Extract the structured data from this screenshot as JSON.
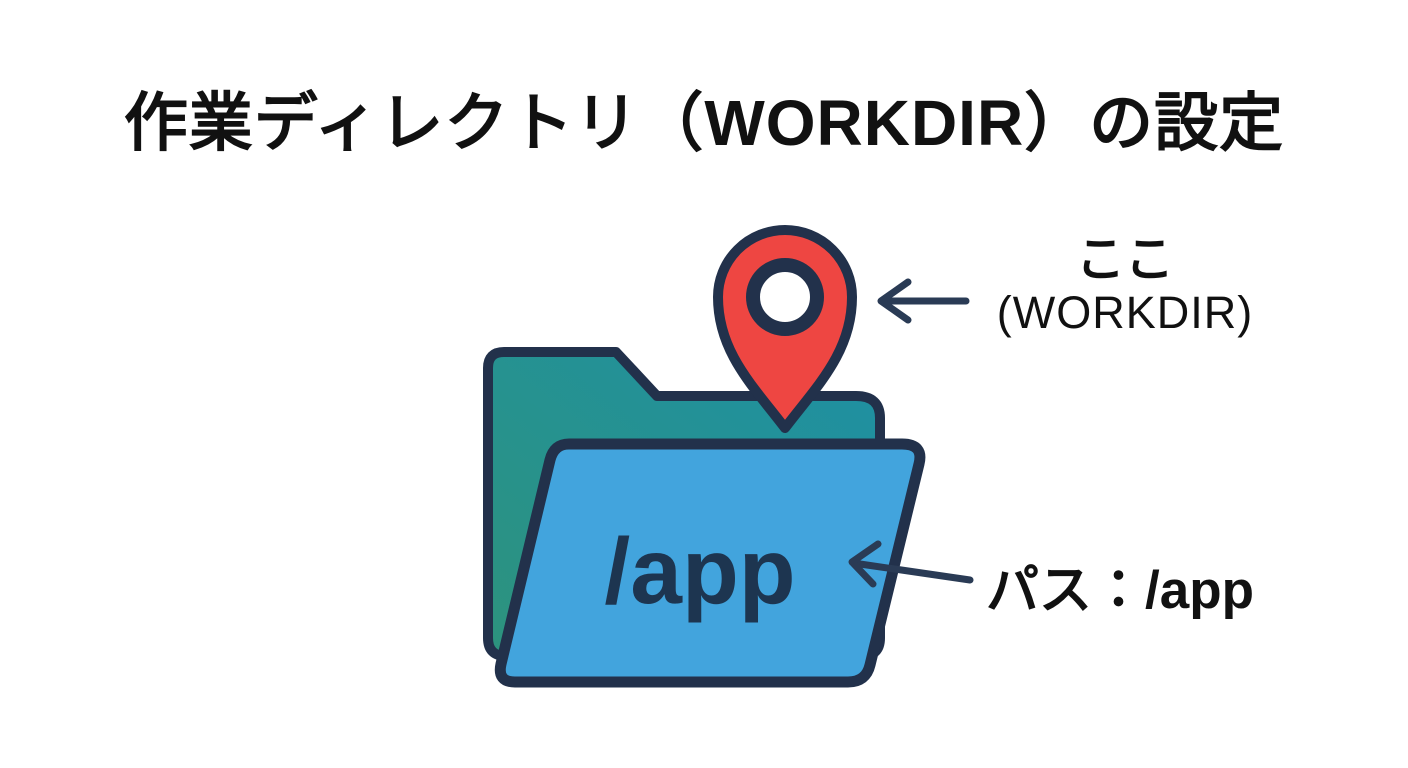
{
  "title": "作業ディレクトリ（WORKDIR）の設定",
  "folder": {
    "path_label": "/app"
  },
  "annotations": {
    "pin": {
      "line1": "ここ",
      "line2": "(WORKDIR)"
    },
    "path": {
      "label": "パス：/app"
    }
  },
  "colors": {
    "background": "#ffffff",
    "title_text": "#111111",
    "outline_navy": "#22314b",
    "arrow_navy": "#2a3b55",
    "folder_back_green": "#2d937d",
    "folder_back_green_stop": "#2d937d",
    "folder_back_teal_stop": "#1e90a4",
    "folder_front_blue": "#42a4dd",
    "pin_red": "#ee4642",
    "pin_inner_white": "#ffffff",
    "path_text_navy": "#1d3550"
  }
}
